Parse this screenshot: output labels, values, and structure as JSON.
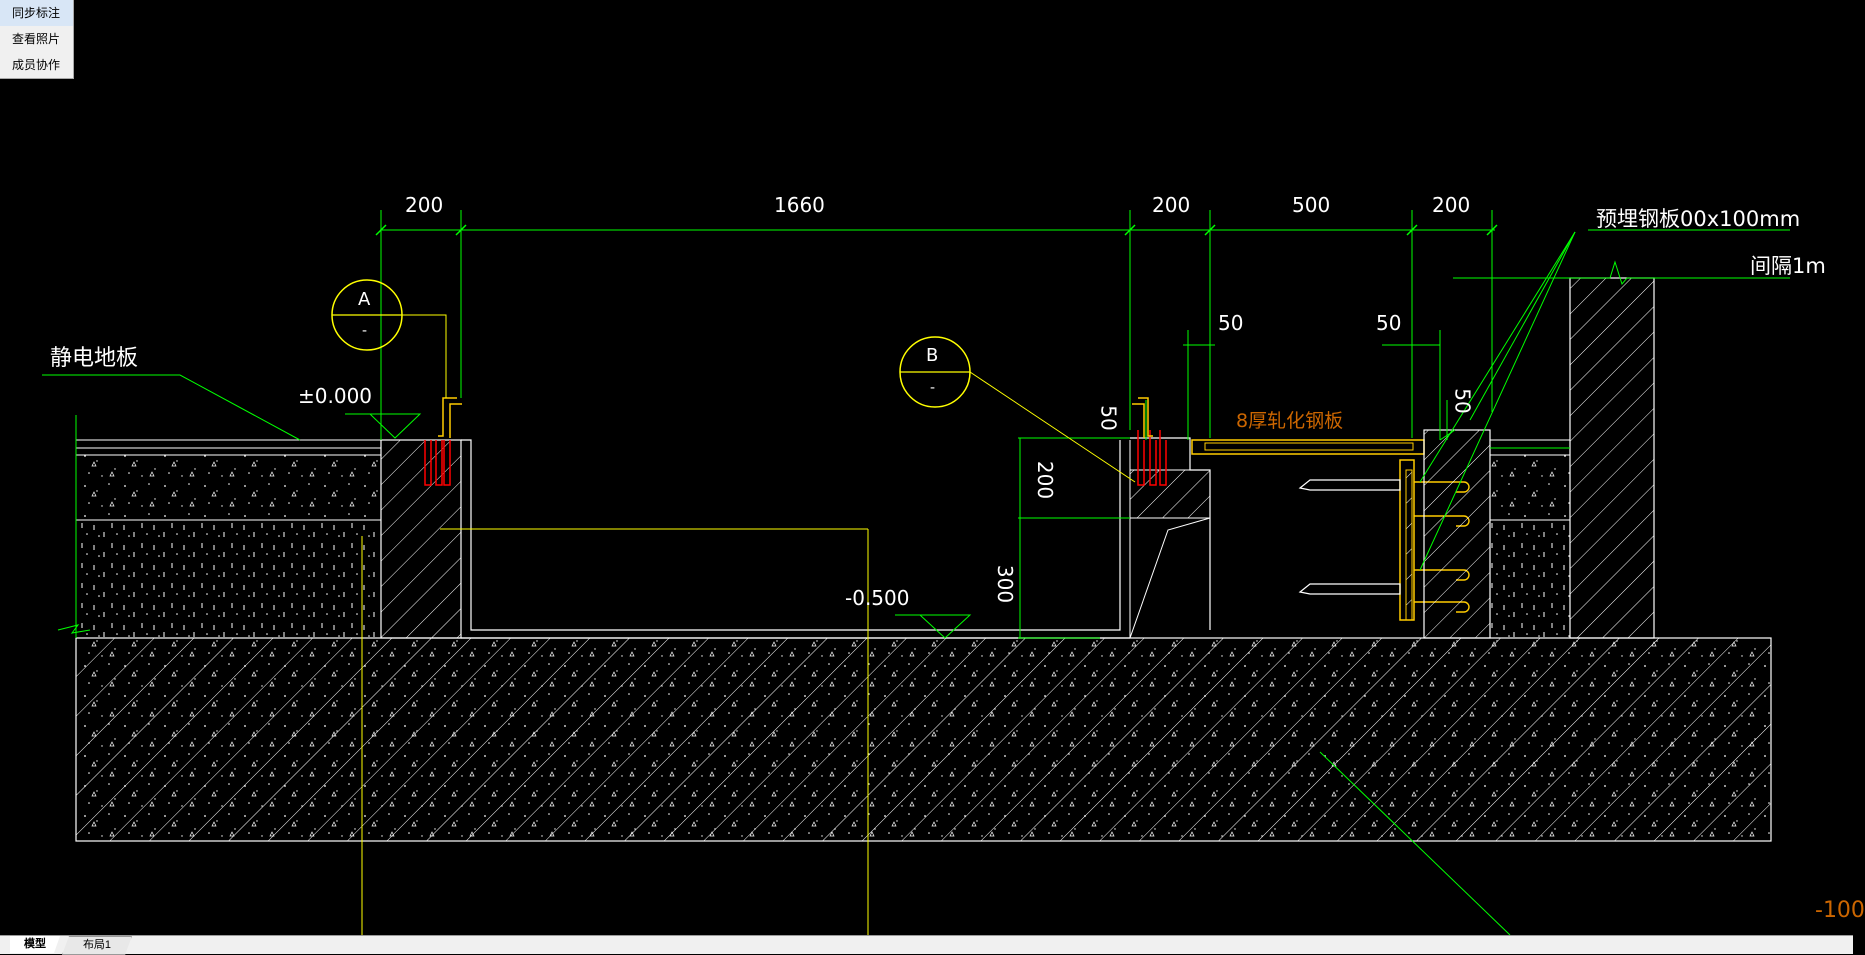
{
  "menu": {
    "items": [
      "同步标注",
      "查看照片",
      "成员协作"
    ]
  },
  "tabs": {
    "model": "模型",
    "layout1": "布局1"
  },
  "drawing": {
    "dimensions": {
      "d200_a": "200",
      "d1660": "1660",
      "d200_b": "200",
      "d500": "500",
      "d200_c": "200",
      "d50_a": "50",
      "d50_b": "50",
      "d50_v_left": "50",
      "d50_v_right": "50",
      "d200_v": "200",
      "d300_v": "300"
    },
    "labels": {
      "static_floor": "静电地板",
      "elevation_zero": "±0.000",
      "elevation_minus": "-0.500",
      "detail_a": "A",
      "detail_a_sub": "-",
      "detail_b": "B",
      "detail_b_sub": "-",
      "steel_plate": "8厚轧化钢板",
      "embedded_plate": "预埋钢板00x100mm",
      "spacing": "间隔1m",
      "corner_note": "-100"
    },
    "colors": {
      "dimension": "#00ff00",
      "outline": "#ffffff",
      "leader": "#ffff00",
      "rebar": "#ff0000",
      "plate": "#ffcc00",
      "steel_label": "#cc6600",
      "background": "#000000"
    }
  }
}
